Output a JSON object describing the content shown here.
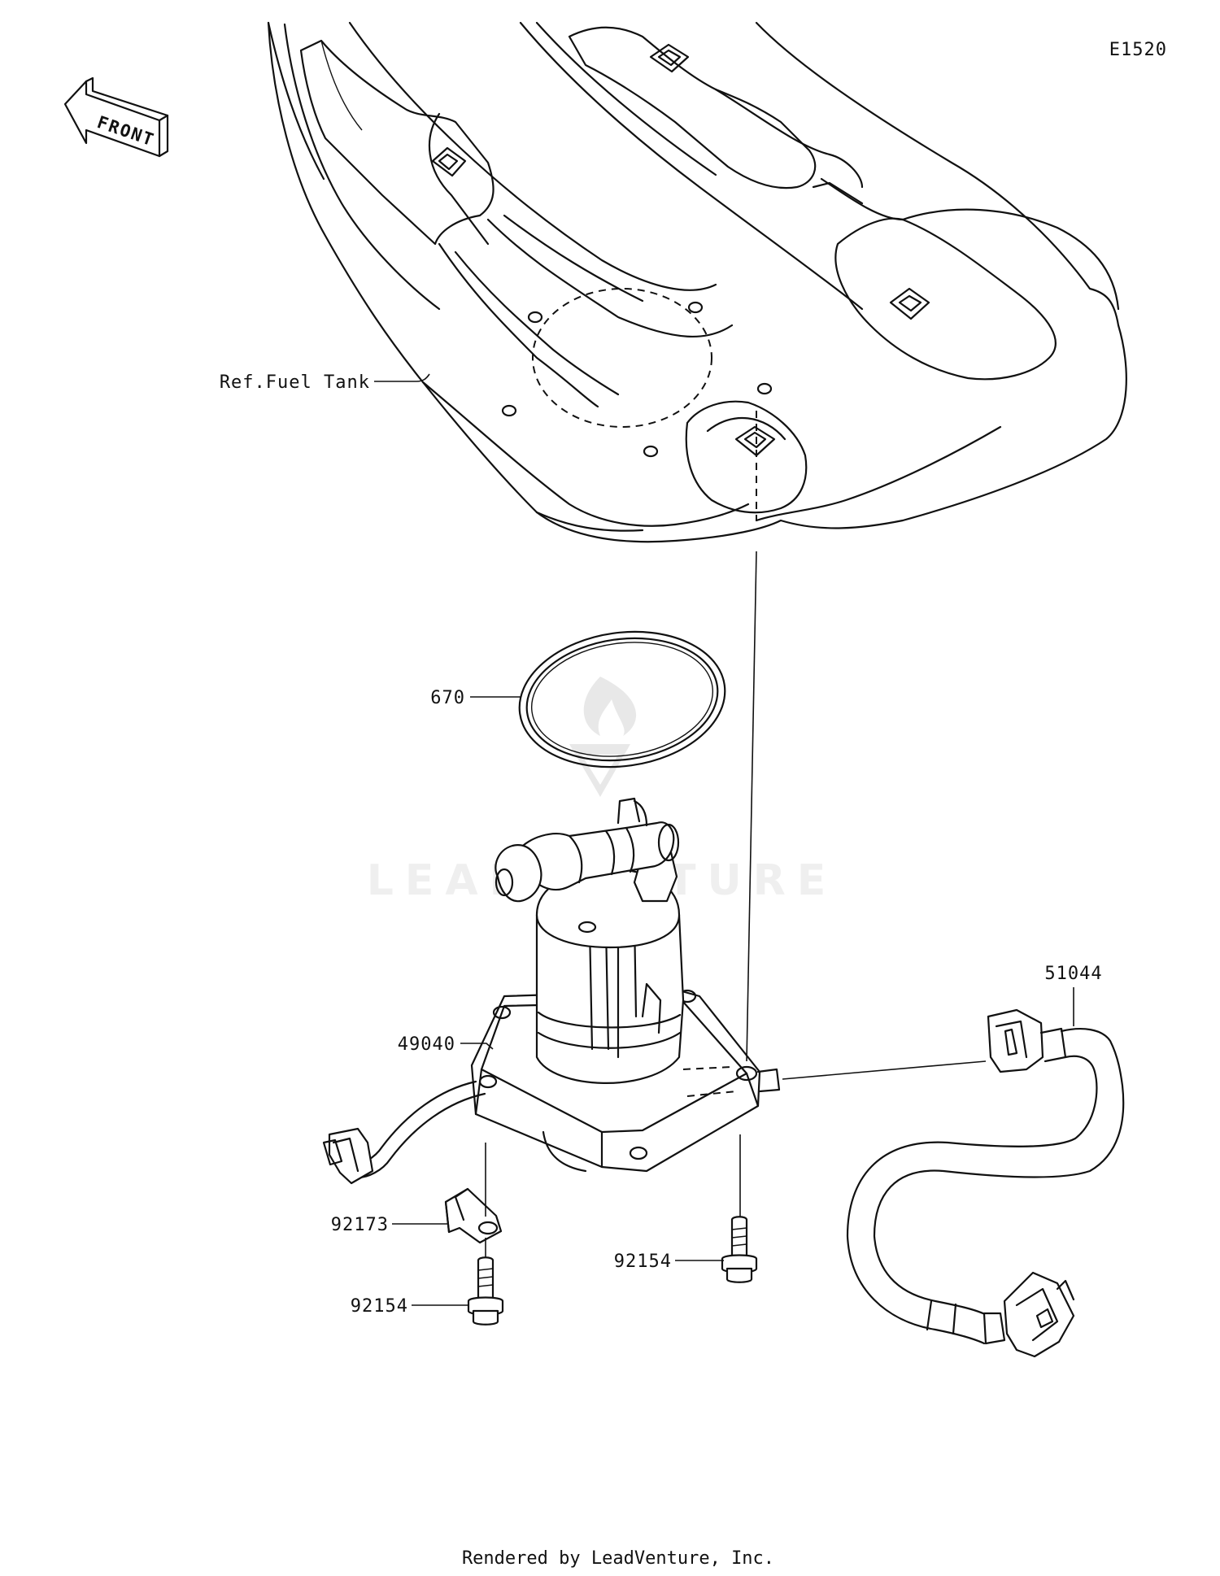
{
  "diagram_code": "E1520",
  "front_marker": "FRONT",
  "watermark": "LEADVENTURE",
  "footer": "Rendered by LeadVenture, Inc.",
  "callouts": [
    {
      "id": "ref-fuel-tank",
      "label": "Ref.Fuel Tank"
    },
    {
      "id": "part-670",
      "label": "670"
    },
    {
      "id": "part-49040",
      "label": "49040"
    },
    {
      "id": "part-51044",
      "label": "51044"
    },
    {
      "id": "part-92173",
      "label": "92173"
    },
    {
      "id": "part-92154-left",
      "label": "92154"
    },
    {
      "id": "part-92154-right",
      "label": "92154"
    }
  ]
}
